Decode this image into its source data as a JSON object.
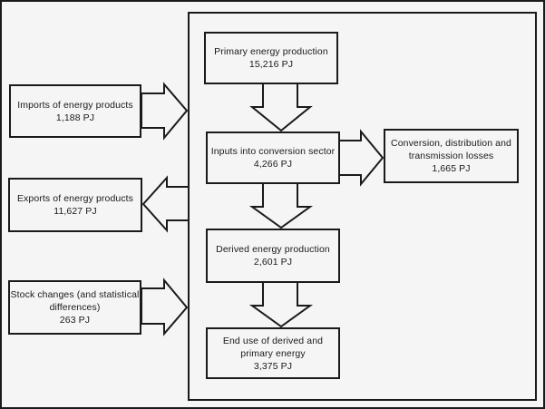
{
  "unit": "PJ",
  "boxes": {
    "imports": {
      "lines": [
        "Imports of energy products",
        "1,188 PJ"
      ],
      "value_pj": 1188
    },
    "exports": {
      "lines": [
        "Exports of energy products",
        "11,627 PJ"
      ],
      "value_pj": 11627
    },
    "stock_changes": {
      "lines": [
        "Stock changes (and statistical",
        "differences)",
        "263 PJ"
      ],
      "value_pj": 263
    },
    "primary_production": {
      "lines": [
        "Primary energy production",
        "15,216 PJ"
      ],
      "value_pj": 15216
    },
    "conversion_inputs": {
      "lines": [
        "Inputs into conversion sector",
        "4,266 PJ"
      ],
      "value_pj": 4266
    },
    "derived_production": {
      "lines": [
        "Derived energy production",
        "2,601 PJ"
      ],
      "value_pj": 2601
    },
    "end_use": {
      "lines": [
        "End use of derived and",
        "primary energy",
        "3,375 PJ"
      ],
      "value_pj": 3375
    },
    "losses": {
      "lines": [
        "Conversion, distribution and",
        "transmission losses",
        "1,665 PJ"
      ],
      "value_pj": 1665
    }
  },
  "flows": [
    {
      "from": "imports",
      "to": "energy-system",
      "direction": "right"
    },
    {
      "from": "energy-system",
      "to": "exports",
      "direction": "left"
    },
    {
      "from": "stock_changes",
      "to": "energy-system",
      "direction": "right"
    },
    {
      "from": "primary_production",
      "to": "conversion_inputs",
      "direction": "down"
    },
    {
      "from": "conversion_inputs",
      "to": "losses",
      "direction": "right"
    },
    {
      "from": "conversion_inputs",
      "to": "derived_production",
      "direction": "down"
    },
    {
      "from": "derived_production",
      "to": "end_use",
      "direction": "down"
    }
  ],
  "colors": {
    "line": "#1a1a1a",
    "background": "#f5f5f5"
  }
}
